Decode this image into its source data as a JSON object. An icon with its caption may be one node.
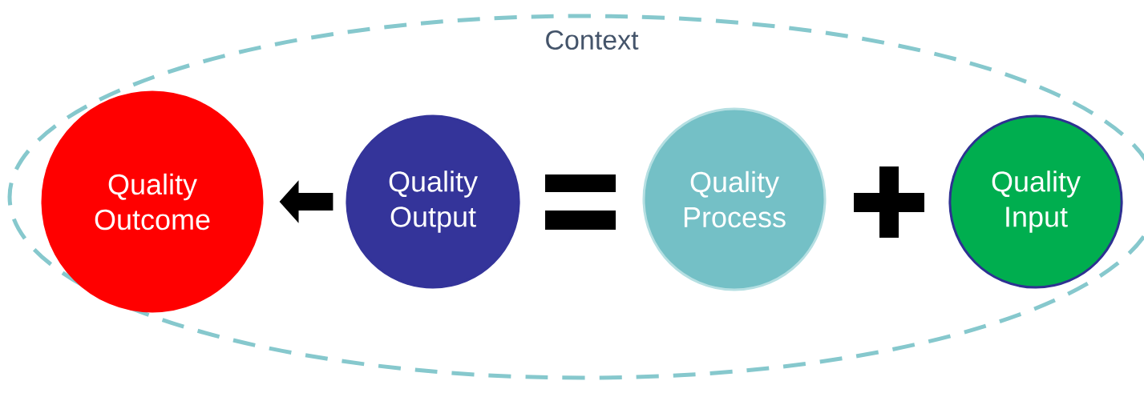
{
  "diagram": {
    "nodes": [
      {
        "text": [
          "Context"
        ]
      },
      {
        "text": [
          "Quality Outcome"
        ],
        "in": 0
      },
      {
        "text": [
          "Quality Output"
        ],
        "in": 0
      },
      {
        "text": [
          "Quality Process"
        ],
        "in": 0
      },
      {
        "text": [
          "Quality Input"
        ],
        "in": 0
      }
    ],
    "edges": [
      {
        "from": 2,
        "to": 1,
        "arrow": "to"
      }
    ]
  }
}
